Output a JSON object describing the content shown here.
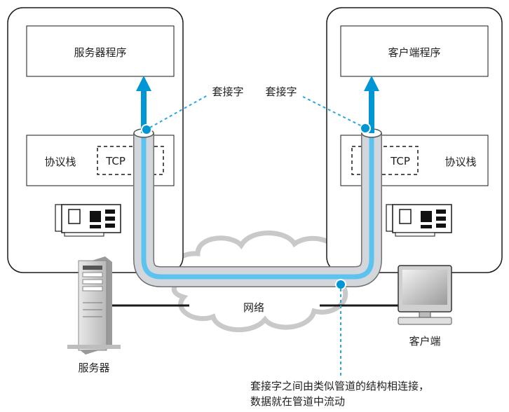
{
  "server_side": {
    "program_label": "服务器程序",
    "stack_label": "协议栈",
    "tcp_label": "TCP",
    "machine_label": "服务器"
  },
  "client_side": {
    "program_label": "客户端程序",
    "stack_label": "协议栈",
    "tcp_label": "TCP",
    "machine_label": "客户端"
  },
  "socket_labels": [
    "套接字",
    "套接字"
  ],
  "network_label": "网络",
  "caption_lines": [
    "套接字之间由类似管道的结构相连接，",
    "数据就在管道中流动"
  ],
  "colors": {
    "arrow_blue": "#0096d6",
    "pipe_gray": "#c8cdd2",
    "pipe_inner": "#5cc3f0",
    "dashed_blue": "#2aa8e0"
  }
}
